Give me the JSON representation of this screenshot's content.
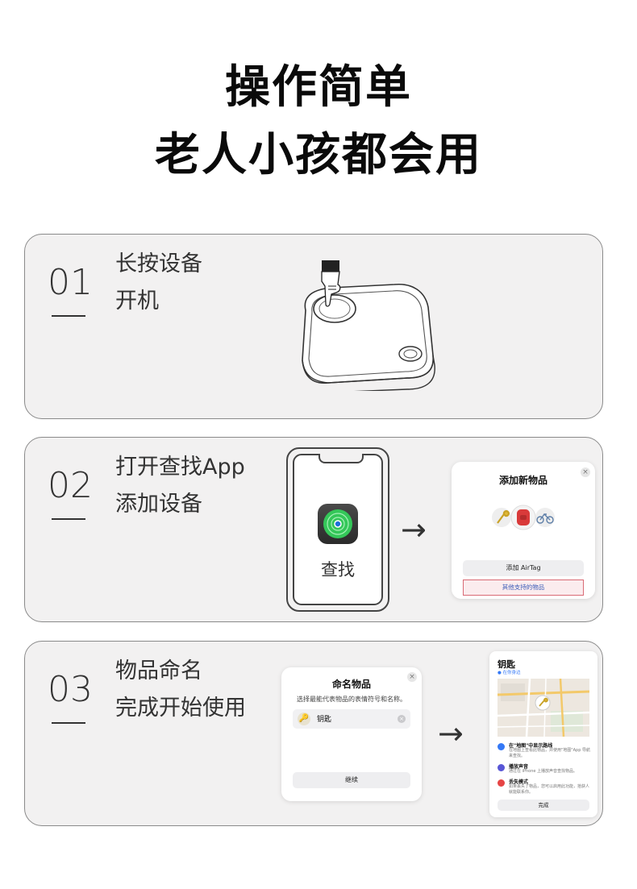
{
  "headline": {
    "line1": "操作简单",
    "line2": "老人小孩都会用"
  },
  "steps": [
    {
      "number": "01",
      "line1": "长按设备",
      "line2": "开机"
    },
    {
      "number": "02",
      "line1": "打开查找App",
      "line2": "添加设备"
    },
    {
      "number": "03",
      "line1": "物品命名",
      "line2": "完成开始使用"
    }
  ],
  "step2": {
    "app_label": "查找",
    "arrow": "→",
    "dialog": {
      "title": "添加新物品",
      "close": "×",
      "primary_button": "添加 AirTag",
      "secondary_button": "其他支持的物品"
    }
  },
  "step3": {
    "arrow": "→",
    "name_dialog": {
      "title": "命名物品",
      "close": "×",
      "subtitle": "选择最能代表物品的表情符号和名称。",
      "field_value": "钥匙",
      "clear": "×",
      "continue_button": "继续"
    },
    "item_screen": {
      "title": "钥匙",
      "subtitle": "● 在你身边",
      "options": [
        {
          "title": "在\"地图\"中显示路线",
          "desc": "在地图上查看此物品，并使用\"地图\"App 导航来查找。",
          "color": "#3478f6"
        },
        {
          "title": "播放声音",
          "desc": "通过在 iPhone 上播放声音查找物品。",
          "color": "#5856d6"
        },
        {
          "title": "丢失模式",
          "desc": "如果丢失了物品，您可以启用此功能，拾获人就能联系你。",
          "color": "#e64545"
        }
      ],
      "done_button": "完成"
    }
  }
}
